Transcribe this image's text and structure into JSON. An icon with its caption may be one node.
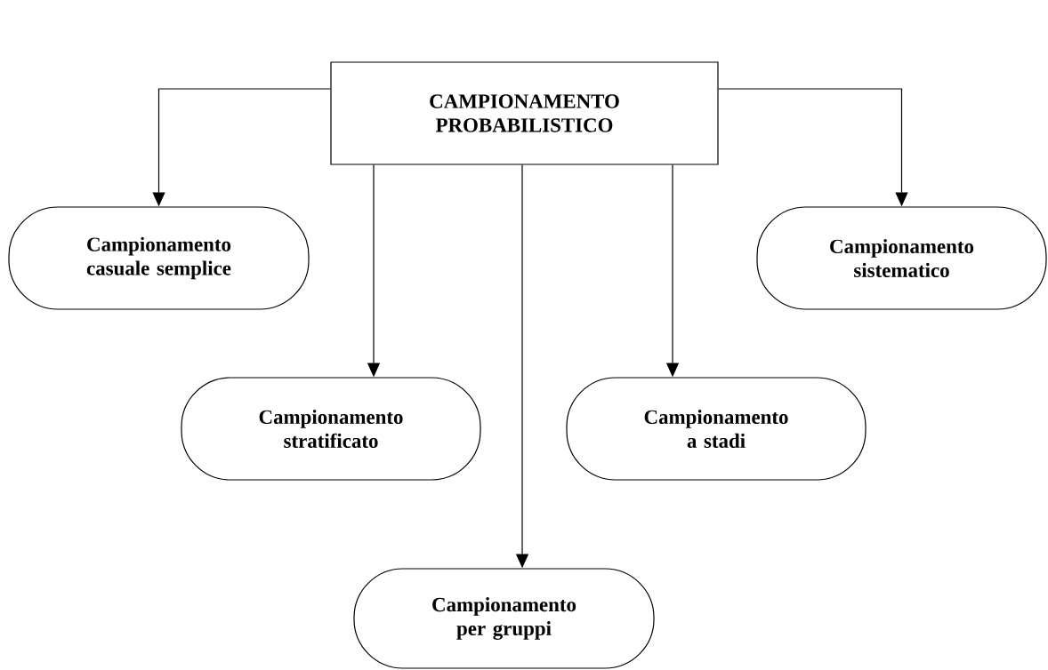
{
  "diagram": {
    "nodes": [
      {
        "text": [
          "CAMPIONAMENTO PROBABILISTICO"
        ]
      },
      {
        "text": [
          "Campionamento casuale semplice"
        ]
      },
      {
        "text": [
          "Campionamento stratificato"
        ]
      },
      {
        "text": [
          "Campionamento per gruppi"
        ]
      },
      {
        "text": [
          "Campionamento a stadi"
        ]
      },
      {
        "text": [
          "Campionamento sistematico"
        ]
      }
    ],
    "edges": [
      {
        "from": 0,
        "to": 1,
        "arrow": "to"
      },
      {
        "from": 0,
        "to": 2,
        "arrow": "to"
      },
      {
        "from": 0,
        "to": 3,
        "arrow": "to"
      },
      {
        "from": 0,
        "to": 4,
        "arrow": "to"
      },
      {
        "from": 0,
        "to": 5,
        "arrow": "to"
      }
    ]
  }
}
